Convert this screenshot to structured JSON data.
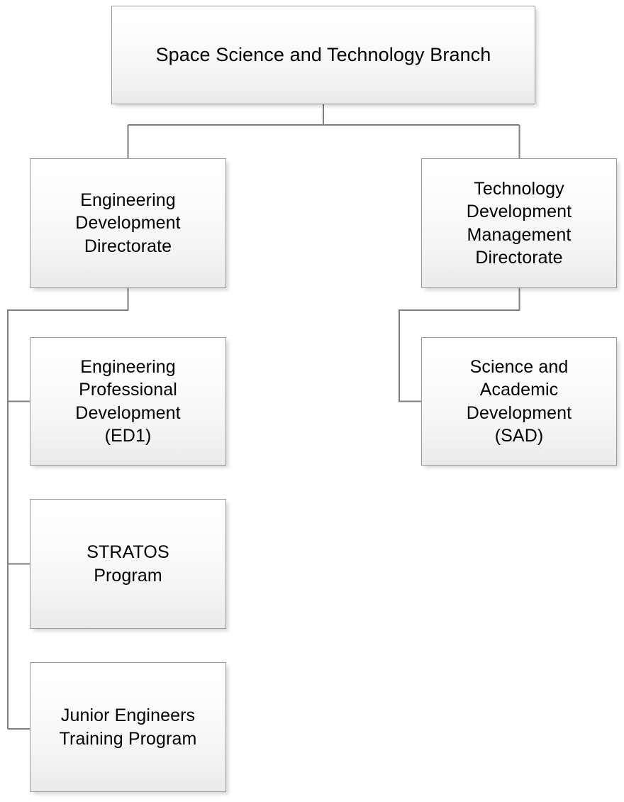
{
  "diagram": {
    "title": "Space Science and Technology Branch organizational chart",
    "type": "org-chart",
    "orientation": "top-down",
    "style": {
      "box_border_color": "#9a9a9a",
      "box_fill_top": "#ffffff",
      "box_fill_bottom": "#eaeaea",
      "connector_color": "#7f7f7f",
      "text_color": "#000000",
      "background_color": "#ffffff"
    },
    "nodes": {
      "root": {
        "label": "Space Science and Technology Branch",
        "level": 0
      },
      "engineering_development_directorate": {
        "label": "Engineering\nDevelopment\nDirectorate",
        "level": 1
      },
      "technology_development_management_directorate": {
        "label": "Technology\nDevelopment\nManagement\nDirectorate",
        "level": 1
      },
      "engineering_professional_development": {
        "label": "Engineering\nProfessional\nDevelopment\n(ED1)",
        "level": 2
      },
      "science_and_academic_development": {
        "label": "Science and\nAcademic\nDevelopment\n(SAD)",
        "level": 2
      },
      "stratos_program": {
        "label": "STRATOS\nProgram",
        "level": 2
      },
      "junior_engineers_training_program": {
        "label": "Junior Engineers\nTraining Program",
        "level": 2
      }
    },
    "edges": [
      {
        "from": "root",
        "to": "engineering_development_directorate",
        "style": "elbow"
      },
      {
        "from": "root",
        "to": "technology_development_management_directorate",
        "style": "elbow"
      },
      {
        "from": "engineering_development_directorate",
        "to": "engineering_professional_development",
        "style": "side-spine"
      },
      {
        "from": "engineering_development_directorate",
        "to": "stratos_program",
        "style": "side-spine"
      },
      {
        "from": "engineering_development_directorate",
        "to": "junior_engineers_training_program",
        "style": "side-spine"
      },
      {
        "from": "technology_development_management_directorate",
        "to": "science_and_academic_development",
        "style": "side-spine"
      }
    ]
  }
}
